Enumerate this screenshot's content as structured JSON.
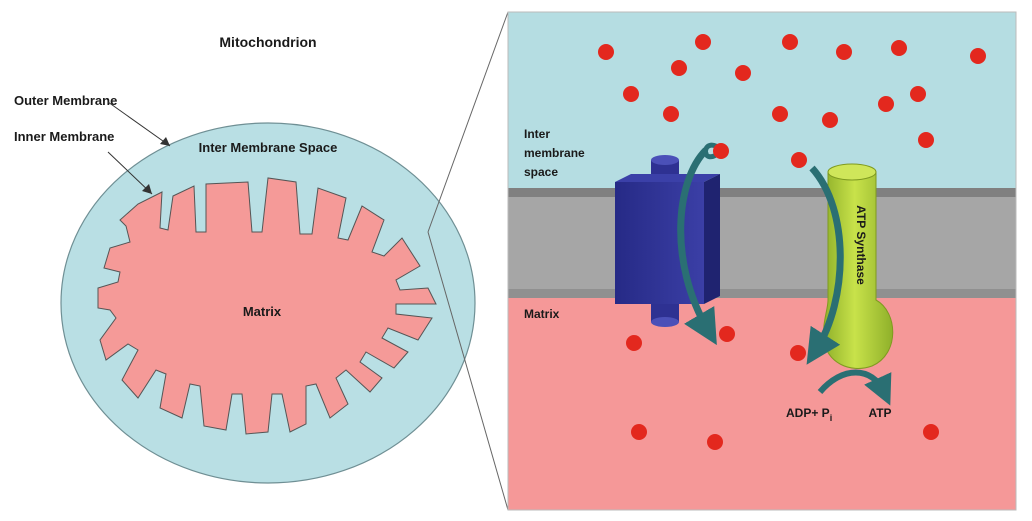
{
  "left_panel": {
    "title": "Mitochondrion",
    "outer_membrane_label": "Outer Membrane",
    "inner_membrane_label": "Inner Membrane",
    "inter_membrane_space_label": "Inter Membrane Space",
    "matrix_label": "Matrix"
  },
  "right_panel": {
    "inter_label_line1": "Inter",
    "inter_label_line2": "membrane",
    "inter_label_line3": "space",
    "matrix_label": "Matrix",
    "atp_synthase_label": "ATP Synthase",
    "adp_label": "ADP+ P",
    "adp_subscript": "i",
    "atp_label": "ATP"
  },
  "colors": {
    "inter_membrane_space": "#b5dde2",
    "matrix": "#f59898",
    "membrane": "#a6a6a6",
    "membrane_edge": "#808080",
    "proton": "#e3281e",
    "transporter": "#2e3192",
    "atp_synthase": "#b5d334",
    "arrow": "#2a6f73",
    "mito_outer_fill": "#b9dfe4",
    "mito_matrix_fill": "#f59a98"
  }
}
